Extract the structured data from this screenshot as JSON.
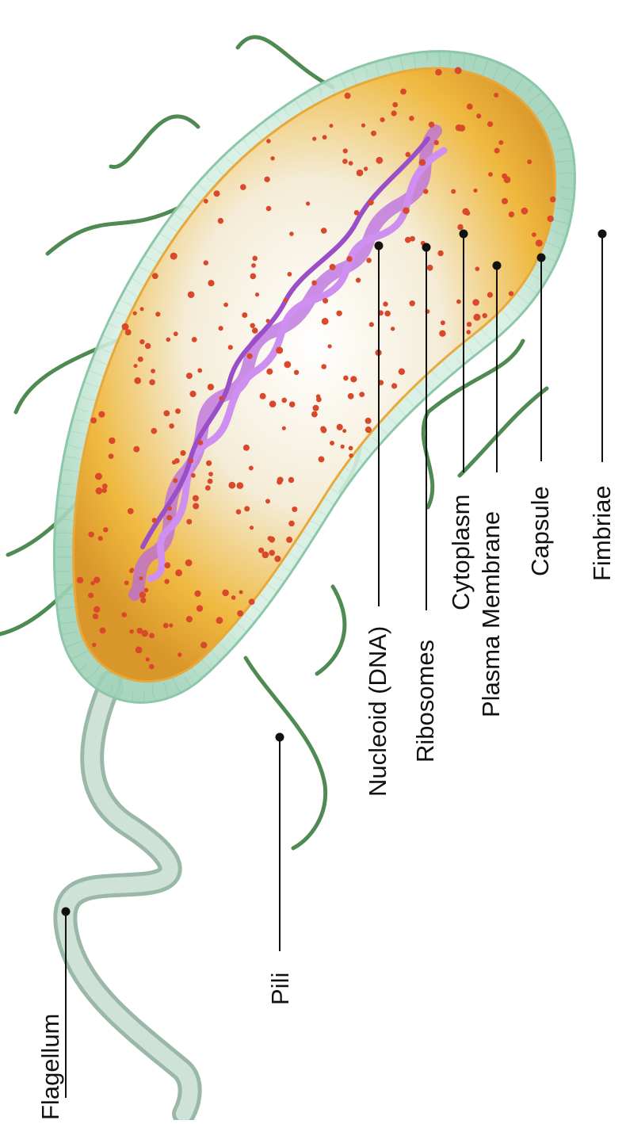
{
  "labels": {
    "flagellum": "Flagellum",
    "pili": "Pili",
    "nucleoid": "Nucleoid (DNA)",
    "ribosomes": "Ribosomes",
    "cytoplasm": "Cytoplasm",
    "plasma_membrane": "Plasma Membrane",
    "capsule": "Capsule",
    "fimbriae": "Fimbriae"
  },
  "colors": {
    "capsule": "#bfe3cf",
    "cytoplasm": "#f2b233",
    "dna": "#b86adf",
    "ribosome": "#d9482b",
    "pili": "#4f8a52",
    "flagellum": "#b9d0c4",
    "leader": "#111111"
  }
}
